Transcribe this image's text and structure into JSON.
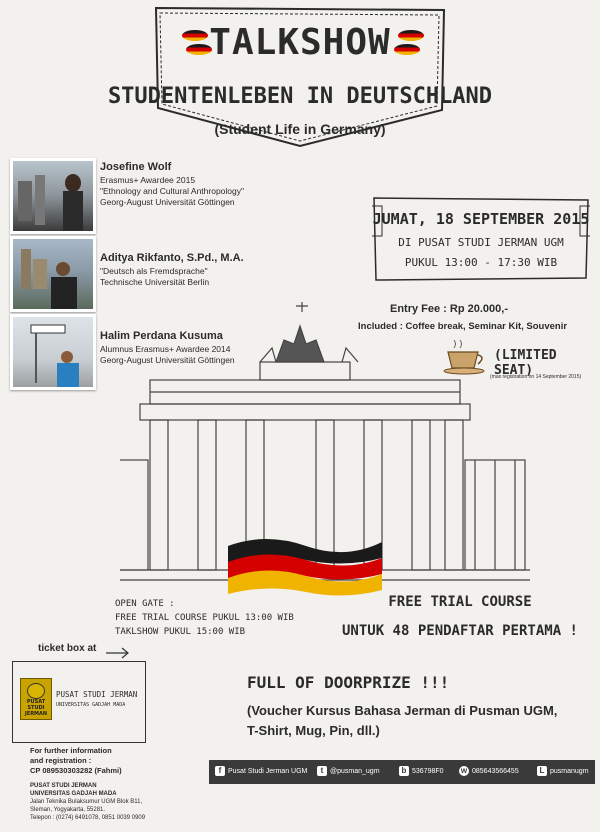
{
  "header": {
    "title": "TALKSHOW",
    "subtitle": "STUDENTENLEBEN IN DEUTSCHLAND",
    "subtitle_translation": "(Student Life in Germany)"
  },
  "speakers": [
    {
      "name": "Josefine Wolf",
      "line1": "Erasmus+ Awardee 2015",
      "line2": "\"Ethnology and Cultural Anthropology\"",
      "line3": "Georg-August Universität Göttingen"
    },
    {
      "name": "Aditya Rikfanto, S.Pd., M.A.",
      "line1": "\"Deutsch als Fremdsprache\"",
      "line2": "Technische Universität Berlin"
    },
    {
      "name": "Halim Perdana Kusuma",
      "line1": "Alumnus Erasmus+ Awardee 2014",
      "line2": "Georg-August Universität Göttingen"
    }
  ],
  "event": {
    "date": "JUMAT, 18 SEPTEMBER 2015",
    "venue": "DI PUSAT STUDI JERMAN UGM",
    "time": "PUKUL 13:00 - 17:30 WIB",
    "entry_fee": "Entry Fee : Rp 20.000,-",
    "included": "Included : Coffee break, Seminar Kit, Souvenir",
    "limited": "(LIMITED SEAT)",
    "max_registration": "(max registration on 14 September 2015)"
  },
  "open_gate": {
    "title": "OPEN GATE :",
    "line1": "FREE TRIAL COURSE PUKUL 13:00 WIB",
    "line2": "TAKLSHOW PUKUL 15:00 WIB"
  },
  "free_trial": {
    "line1": "FREE TRIAL COURSE",
    "line2": "UNTUK 48 PENDAFTAR PERTAMA !"
  },
  "ticket": {
    "label": "ticket box at",
    "logo_text": "PUSAT STUDI JERMAN",
    "org_name": "PUSAT STUDI JERMAN",
    "org_sub": "UNIVERSITAS GADJAH MADA"
  },
  "doorprize": {
    "title": "FULL OF DOORPRIZE !!!",
    "line1": "(Voucher Kursus Bahasa Jerman di Pusman UGM,",
    "line2": "T-Shirt, Mug, Pin, dll.)"
  },
  "contact": {
    "info1": "For further information",
    "info2": "and registration :",
    "cp": "CP 089530303282 (Fahmi)",
    "org1": "PUSAT STUDI JERMAN",
    "org2": "UNIVERSITAS GADJAH MADA",
    "addr1": "Jalan Teknika Bulaksumur UGM Blok B11,",
    "addr2": "Sleman, Yogyakarta, 55281.",
    "phone": "Telepon : (0274) 6491078, 0851 0039 0909"
  },
  "social": {
    "facebook": "Pusat Studi Jerman UGM",
    "twitter": "@pusman_ugm",
    "bbm": "536798F0",
    "whatsapp": "085643566455",
    "line": "pusmanugm"
  },
  "colors": {
    "background": "#f3f1ed",
    "black": "#1a1a1a",
    "red": "#d40000",
    "gold": "#f0b400",
    "social_bar": "#3a3a3a"
  }
}
